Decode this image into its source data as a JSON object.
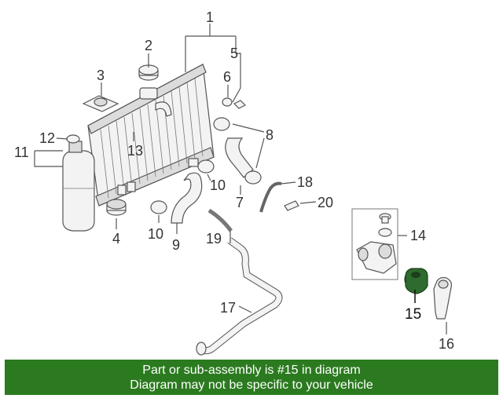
{
  "callouts": {
    "c1": "1",
    "c2": "2",
    "c3": "3",
    "c4": "4",
    "c5": "5",
    "c6": "6",
    "c7": "7",
    "c8": "8",
    "c9": "9",
    "c10a": "10",
    "c10b": "10",
    "c11": "11",
    "c12": "12",
    "c13": "13",
    "c14": "14",
    "c15": "15",
    "c16": "16",
    "c17": "17",
    "c18": "18",
    "c19": "19",
    "c20": "20"
  },
  "highlight": {
    "part_number": "15",
    "color": "#2e6b2e"
  },
  "banner": {
    "line1": "Part or sub-assembly is #15 in diagram",
    "line2": "Diagram may not be specific to your vehicle",
    "background": "#2b7a1f"
  }
}
